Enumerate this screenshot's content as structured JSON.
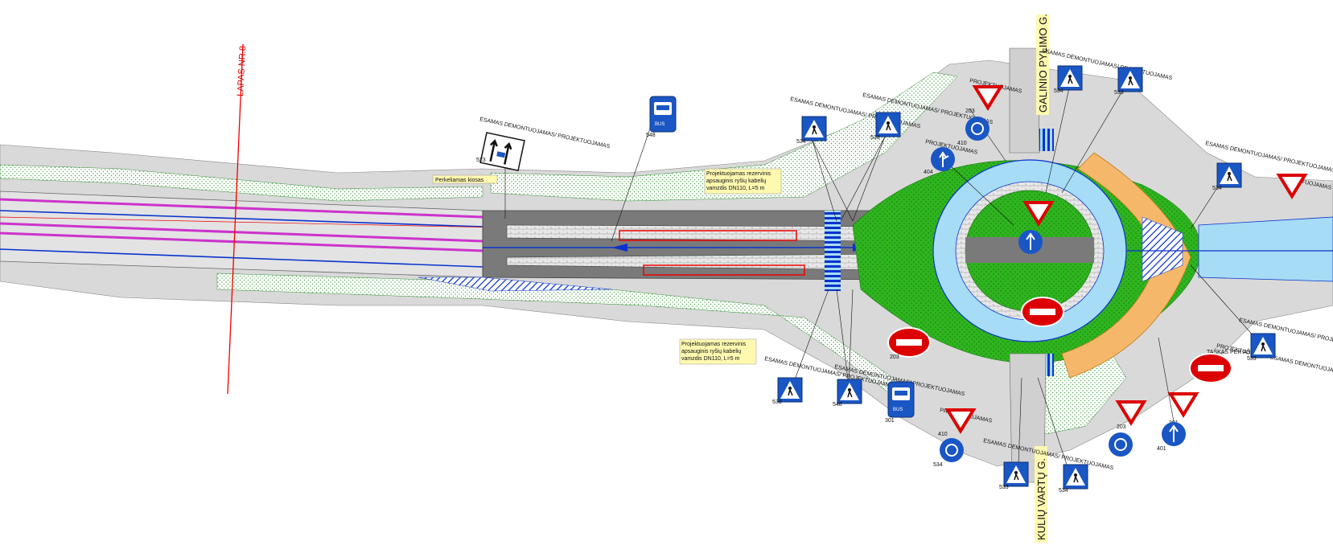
{
  "sheet_label": "LAPAS NR.8",
  "streets": {
    "north": "GALINIO PYLIMO G.",
    "south": "KULIŲ VARTŲ G."
  },
  "status_text": "ESAMAS DEMONTUOJAMAS/ PROJEKTUOJAMAS",
  "status_text_short": "PROJEKTUOJAMAS",
  "status_text_alt": "PROJEKTUOJAMAS ESAMAS DEMONTUOJAMAS/",
  "pavement_note": "Perkeliamas kiosas",
  "cable_note_top": [
    "Projektuojamas rezervinis",
    "apsauginis ryšių kabelių",
    "vamzdis DN110, L=5 m"
  ],
  "cable_note_bottom": [
    "Projektuojamas rezervinis",
    "apsauginis ryšių kabelių",
    "vamzdis DN110, L=5 m"
  ],
  "axis_note": "TAŠKAS PER AŠĮ",
  "sign_codes": [
    "523",
    "548",
    "534",
    "533",
    "203",
    "410",
    "404",
    "534",
    "533",
    "534",
    "533",
    "548",
    "301",
    "203",
    "410",
    "534",
    "533",
    "534",
    "301",
    "401",
    "203",
    "533"
  ],
  "colors": {
    "road": "#7a7a7a",
    "sidewalk": "#d9d9d9",
    "island_green": "#33bb22",
    "ring": "#a6dcf5",
    "bike": "#f5b86b",
    "lane_blue": "#0a33cc",
    "magenta": "#cc33cc",
    "axis_red": "#ee0000",
    "sign_blue": "#1a56c4"
  },
  "icons": [
    "pedestrian-crossing-sign-icon",
    "bus-stop-sign-icon",
    "roundabout-sign-icon",
    "give-way-sign-icon",
    "no-entry-sign-icon",
    "direction-arrow-sign-icon",
    "lane-direction-sign-icon"
  ]
}
